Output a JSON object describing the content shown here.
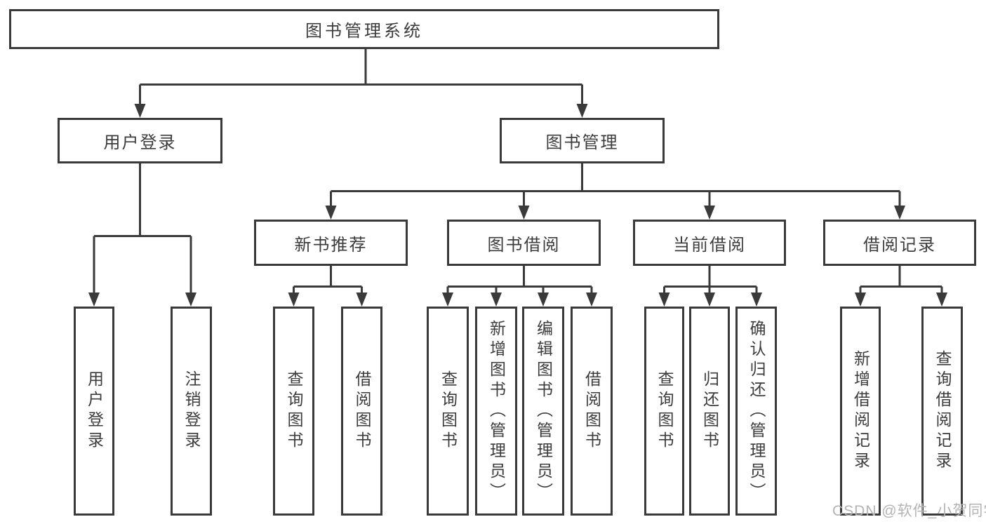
{
  "diagram": {
    "title": "图书管理系统",
    "root": {
      "label": "图书管理系统"
    },
    "level2": [
      {
        "label": "用户登录"
      },
      {
        "label": "图书管理"
      }
    ],
    "level3": [
      {
        "label": "新书推荐",
        "parent": "图书管理"
      },
      {
        "label": "图书借阅",
        "parent": "图书管理"
      },
      {
        "label": "当前借阅",
        "parent": "图书管理"
      },
      {
        "label": "借阅记录",
        "parent": "图书管理"
      }
    ],
    "leaves": [
      {
        "label": "用户登录",
        "parent": "用户登录"
      },
      {
        "label": "注销登录",
        "parent": "用户登录"
      },
      {
        "label": "查询图书",
        "parent": "新书推荐"
      },
      {
        "label": "借阅图书",
        "parent": "新书推荐"
      },
      {
        "label": "查询图书",
        "parent": "图书借阅"
      },
      {
        "label": "新增图书（管理员）",
        "parent": "图书借阅"
      },
      {
        "label": "编辑图书（管理员）",
        "parent": "图书借阅"
      },
      {
        "label": "借阅图书",
        "parent": "图书借阅"
      },
      {
        "label": "查询图书",
        "parent": "当前借阅"
      },
      {
        "label": "归还图书",
        "parent": "当前借阅"
      },
      {
        "label": "确认归还（管理员）",
        "parent": "当前借阅"
      },
      {
        "label": "新增借阅记录",
        "parent": "借阅记录"
      },
      {
        "label": "查询借阅记录",
        "parent": "借阅记录"
      }
    ],
    "colors": {
      "line": "#3a3a3a",
      "text": "#3c3c3c",
      "background": "#ffffff",
      "watermark": "#b3b3b3"
    }
  },
  "watermark": {
    "text": "CSDN @软件_小贺同学"
  }
}
